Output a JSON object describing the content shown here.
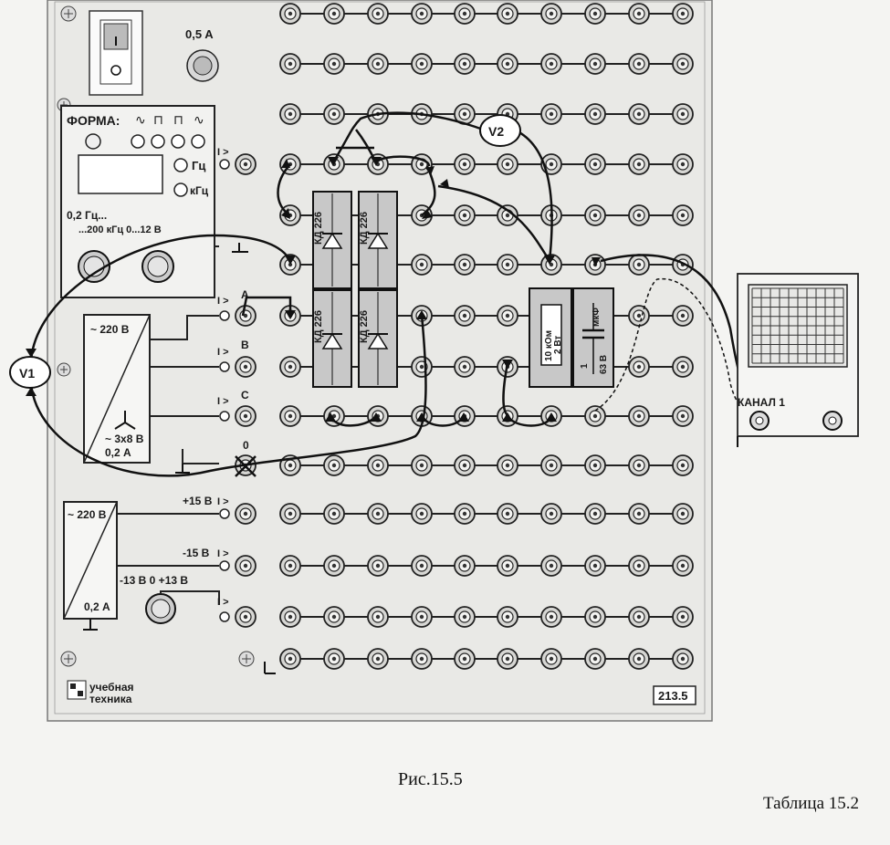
{
  "fuse": {
    "label": "0,5 A"
  },
  "generator": {
    "form_label": "ФОРМА:",
    "unit_hz": "Гц",
    "unit_khz": "кГц",
    "range_text": "0,2 Гц...",
    "range_text2": "...200 кГц   0...12 В",
    "output_marker": "I >"
  },
  "three_phase": {
    "input": "~ 220 В",
    "output": "~ 3х8 В",
    "current": "0,2 А",
    "phase_a": "A",
    "phase_b": "B",
    "phase_c": "C",
    "neutral": "0"
  },
  "power_supply": {
    "input": "~ 220 В",
    "current": "0,2 А",
    "plus15": "+15 В",
    "minus15": "-15 В",
    "adjust": "-13 В  0  +13 В"
  },
  "markers": {
    "out": "I >"
  },
  "voltmeters": {
    "v1": "V1",
    "v2": "V2"
  },
  "diodes": {
    "type": "КД 226"
  },
  "resistor": {
    "value": "10 кОм",
    "power": "2 Вт"
  },
  "capacitor": {
    "unit": "мкФ",
    "value": "1",
    "voltage": "63 В"
  },
  "oscilloscope": {
    "channel": "КАНАЛ 1"
  },
  "logo": {
    "line1": "учебная",
    "line2": "техника"
  },
  "board_number": "213.5",
  "figure_caption": "Рис.15.5",
  "table_caption": "Таблица 15.2"
}
